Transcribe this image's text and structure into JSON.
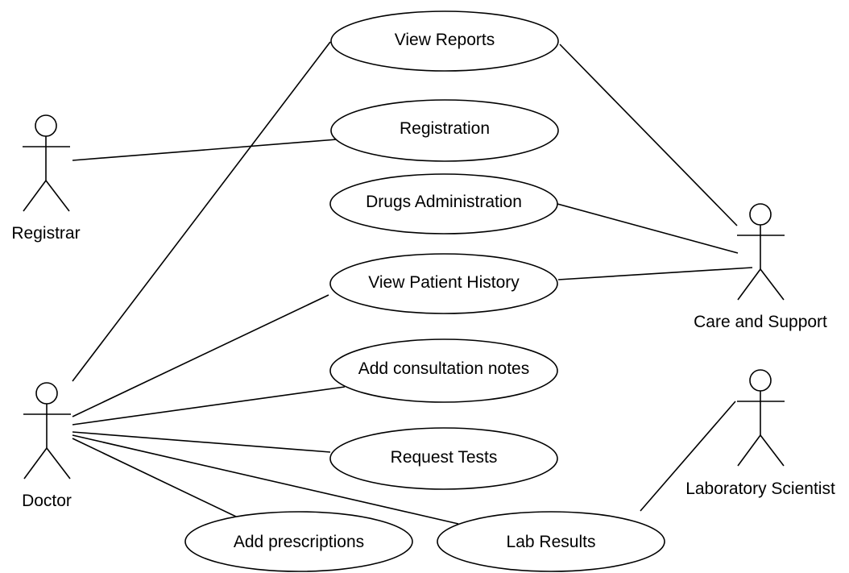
{
  "diagram": {
    "actors": {
      "registrar": "Registrar",
      "doctor": "Doctor",
      "care_support": "Care and Support",
      "lab_scientist": "Laboratory Scientist"
    },
    "use_cases": {
      "view_reports": "View Reports",
      "registration": "Registration",
      "drugs_admin": "Drugs Administration",
      "view_patient_history": "View Patient History",
      "add_consultation_notes": "Add consultation notes",
      "request_tests": "Request Tests",
      "add_prescriptions": "Add prescriptions",
      "lab_results": "Lab Results"
    },
    "associations": [
      [
        "registrar",
        "registration"
      ],
      [
        "doctor",
        "view_reports"
      ],
      [
        "doctor",
        "view_patient_history"
      ],
      [
        "doctor",
        "add_consultation_notes"
      ],
      [
        "doctor",
        "request_tests"
      ],
      [
        "doctor",
        "add_prescriptions"
      ],
      [
        "doctor",
        "lab_results"
      ],
      [
        "care_support",
        "view_reports"
      ],
      [
        "care_support",
        "drugs_admin"
      ],
      [
        "care_support",
        "view_patient_history"
      ],
      [
        "lab_scientist",
        "lab_results"
      ]
    ]
  }
}
